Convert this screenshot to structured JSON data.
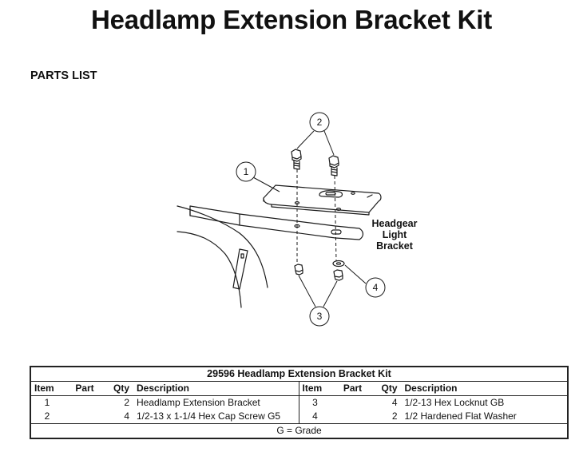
{
  "title": "Headlamp Extension Bracket Kit",
  "section_heading": "PARTS LIST",
  "diagram": {
    "callouts": [
      "1",
      "2",
      "3",
      "4"
    ],
    "label_lines": [
      "Headgear",
      "Light",
      "Bracket"
    ]
  },
  "table": {
    "heading": "29596  Headlamp Extension Bracket Kit",
    "columns": [
      "Item",
      "Part",
      "Qty",
      "Description"
    ],
    "left_rows": [
      {
        "item": "1",
        "part": "",
        "qty": "2",
        "description": "Headlamp Extension Bracket"
      },
      {
        "item": "2",
        "part": "",
        "qty": "4",
        "description": "1/2-13 x 1-1/4 Hex Cap Screw  G5"
      }
    ],
    "right_rows": [
      {
        "item": "3",
        "part": "",
        "qty": "4",
        "description": "1/2-13 Hex Locknut  GB"
      },
      {
        "item": "4",
        "part": "",
        "qty": "2",
        "description": "1/2 Hardened Flat Washer"
      }
    ],
    "footnote": "G = Grade"
  }
}
